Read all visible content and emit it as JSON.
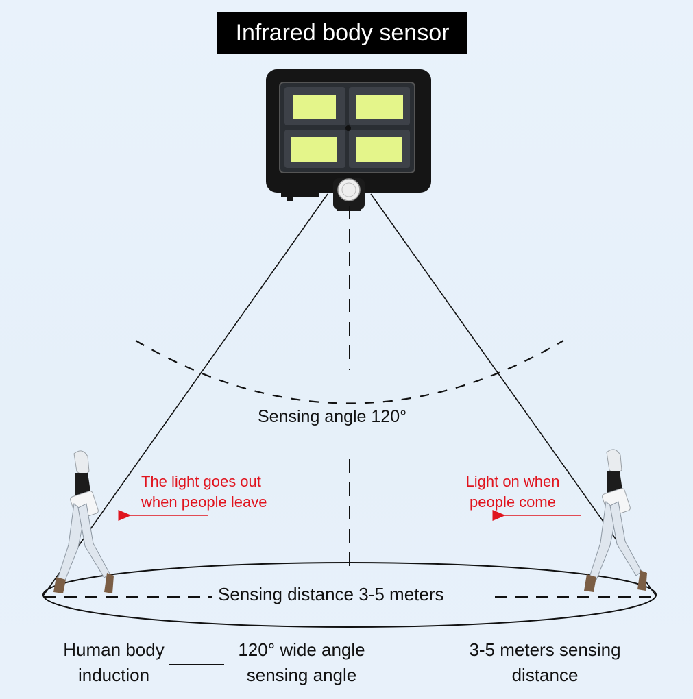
{
  "title": "Infrared body sensor",
  "labels": {
    "sensing_angle": "Sensing angle 120°",
    "sensing_distance": "Sensing distance 3-5 meters",
    "light_out_line1": "The light goes out",
    "light_out_line2": "when people leave",
    "light_on_line1": "Light on when",
    "light_on_line2": "people come"
  },
  "footer": {
    "left_line1": "Human body",
    "left_line2": "induction",
    "middle_line1": "120° wide angle",
    "middle_line2": "sensing angle",
    "right_line1": "3-5 meters sensing",
    "right_line2": "distance"
  },
  "colors": {
    "accent_red": "#e0141e",
    "led": "#e4f58a",
    "lamp_body": "#151515"
  },
  "icons": [
    "solar-lamp-icon",
    "pir-sensor-icon",
    "walking-person-icon",
    "arrow-left-icon"
  ]
}
